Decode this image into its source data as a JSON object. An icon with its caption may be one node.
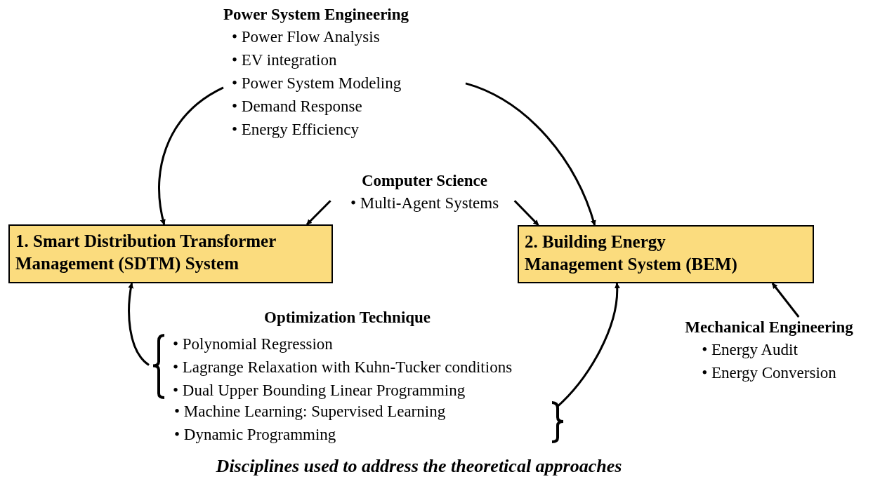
{
  "diagram": {
    "caption": "Disciplines used to address the theoretical approaches",
    "nodes": [
      {
        "text": [
          "1. Smart Distribution Transformer Management (SDTM) System"
        ]
      },
      {
        "text": [
          "2. Building Energy Management System (BEM)"
        ]
      },
      {
        "text": [
          "Power System Engineering",
          "• Power Flow Analysis",
          "• EV integration",
          "• Power System Modeling",
          "• Demand Response",
          "• Energy Efficiency"
        ]
      },
      {
        "text": [
          "Computer Science",
          "• Multi-Agent Systems"
        ]
      },
      {
        "text": [
          "• Polynomial Regression",
          "• Lagrange Relaxation with Kuhn-Tucker conditions",
          "• Dual Upper Bounding Linear Programming"
        ]
      },
      {
        "text": [
          "• Machine Learning: Supervised Learning",
          "• Dynamic Programming"
        ]
      },
      {
        "text": [
          "Mechanical Engineering",
          "• Energy Audit",
          "• Energy Conversion"
        ]
      }
    ],
    "edges": [
      {
        "from": 2,
        "to": 0,
        "arrow": "to"
      },
      {
        "from": 2,
        "to": 1,
        "arrow": "to"
      },
      {
        "from": 3,
        "to": 0,
        "arrow": "to"
      },
      {
        "from": 3,
        "to": 1,
        "arrow": "to"
      },
      {
        "from": 4,
        "to": 0,
        "arrow": "to"
      },
      {
        "from": 5,
        "to": 1,
        "arrow": "to"
      },
      {
        "from": 6,
        "to": 1,
        "arrow": "to"
      }
    ],
    "labels": [
      "Optimization Technique"
    ]
  }
}
